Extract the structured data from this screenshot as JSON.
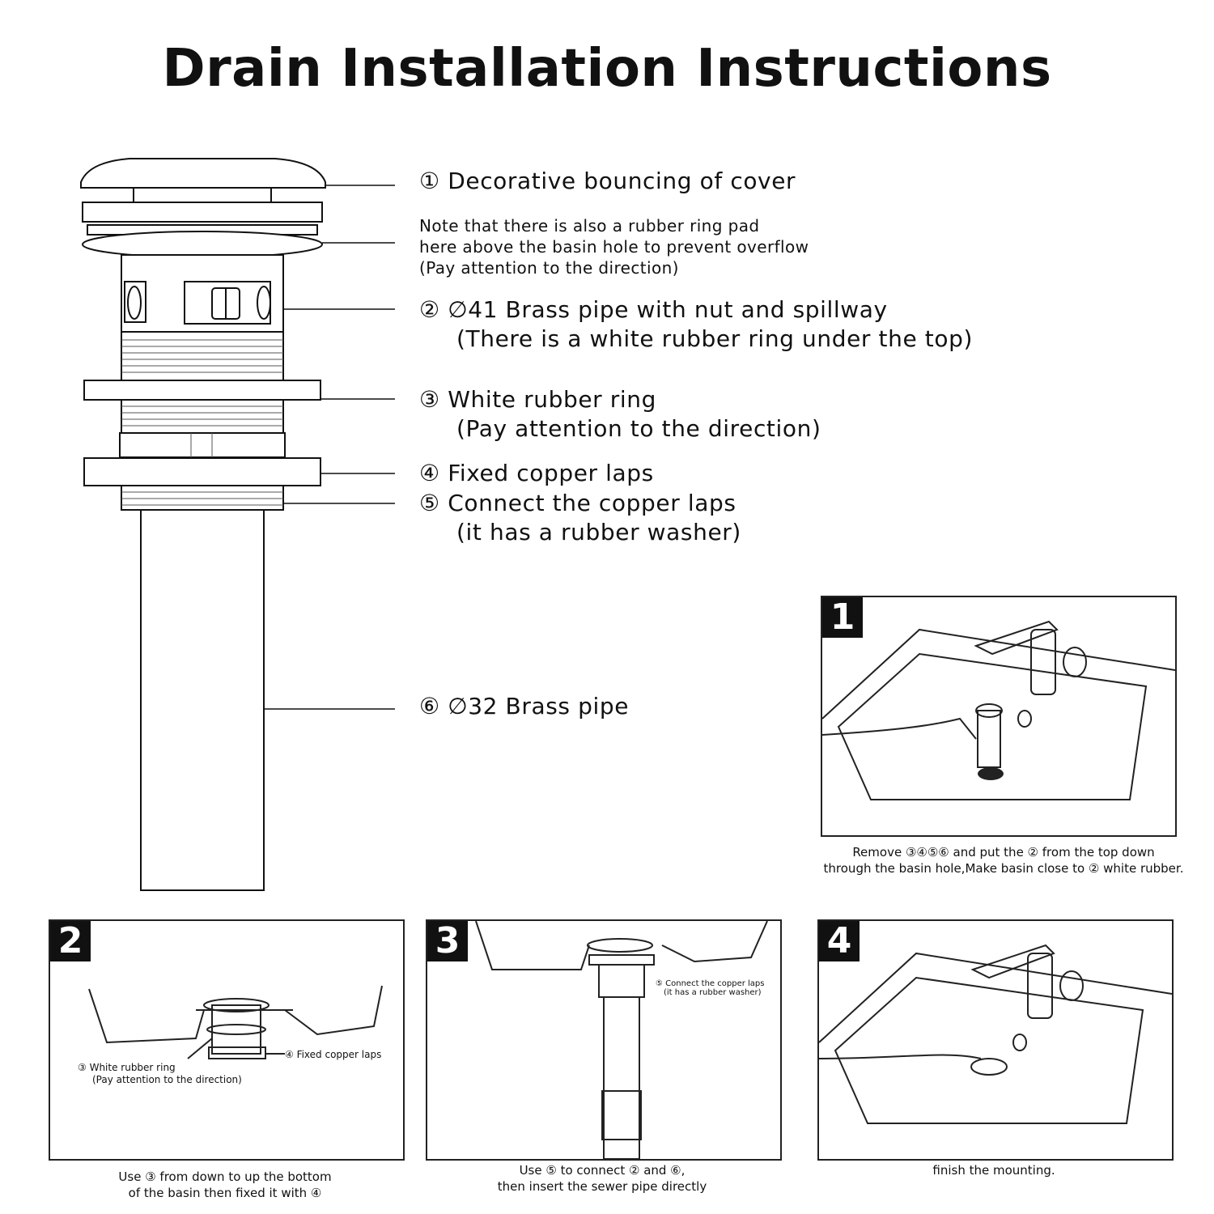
{
  "title": "Drain Installation Instructions",
  "parts": [
    {
      "line1": "① Decorative bouncing of cover"
    },
    {
      "line1": "② ∅41 Brass pipe with nut and spillway",
      "line2": "(There is a white rubber ring under the top)"
    },
    {
      "line1": "③ White rubber ring",
      "line2": "(Pay attention to the direction)"
    },
    {
      "line1": "④ Fixed copper laps"
    },
    {
      "line1": "⑤ Connect the copper laps",
      "line2": "(it has a rubber washer)"
    },
    {
      "line1": "⑥ ∅32 Brass pipe"
    }
  ],
  "note": {
    "line1": "Note that there is also a rubber ring pad",
    "line2": "here above the basin hole to prevent overflow",
    "line3": "(Pay attention to the direction)"
  },
  "steps": [
    {
      "number": "1",
      "caption1": "Remove ③④⑤⑥ and put the ② from the top down",
      "caption2": "through the basin hole,Make basin close to ② white rubber."
    },
    {
      "number": "2",
      "caption1": "Use ③ from down to up the bottom",
      "caption2": "of the basin then fixed it with ④",
      "label_rubber1": "③ White rubber ring",
      "label_rubber2": "(Pay attention to the direction)",
      "label_laps": "④ Fixed copper laps"
    },
    {
      "number": "3",
      "caption1": "Use ⑤ to connect ② and ⑥,",
      "caption2": "then insert the sewer pipe directly",
      "label_connect1": "⑤ Connect the copper laps",
      "label_connect2": "(it has a rubber washer)"
    },
    {
      "number": "4",
      "caption1": "finish the mounting."
    }
  ]
}
